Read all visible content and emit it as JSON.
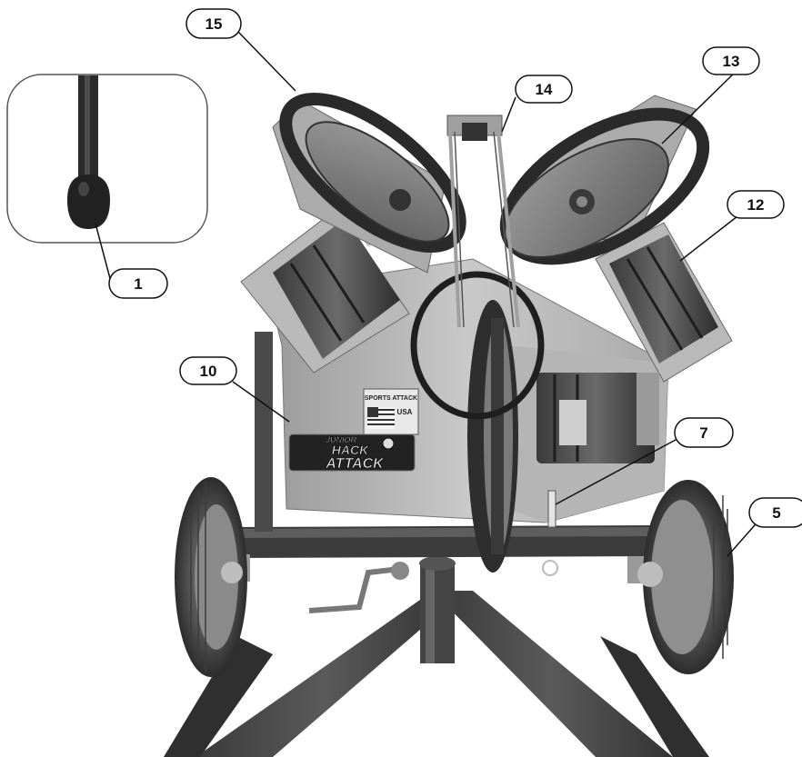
{
  "callouts": {
    "c1": "1",
    "c5": "5",
    "c7": "7",
    "c10": "10",
    "c12": "12",
    "c13": "13",
    "c14": "14",
    "c15": "15"
  },
  "logo": {
    "brand": "SPORTS ATTACK",
    "usa": "USA",
    "line1": "JUNIOR",
    "line2": "HACK",
    "line3": "ATTACK"
  }
}
